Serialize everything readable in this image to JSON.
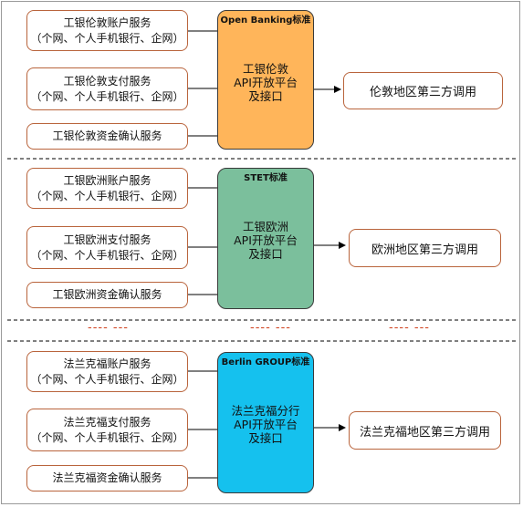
{
  "sections": [
    {
      "services": [
        {
          "title": "工银伦敦账户服务",
          "sub": "（个网、个人手机银行、企网）"
        },
        {
          "title": "工银伦敦支付服务",
          "sub": "（个网、个人手机银行、企网）"
        },
        {
          "title": "工银伦敦资金确认服务",
          "sub": ""
        }
      ],
      "platform": {
        "standard": "Open Banking标准",
        "lines": [
          "工银伦敦",
          "API开放平台",
          "及接口"
        ],
        "color": "#ffb55a"
      },
      "third_party": "伦敦地区第三方调用"
    },
    {
      "services": [
        {
          "title": "工银欧洲账户服务",
          "sub": "（个网、个人手机银行、企网）"
        },
        {
          "title": "工银欧洲支付服务",
          "sub": "（个网、个人手机银行、企网）"
        },
        {
          "title": "工银欧洲资金确认服务",
          "sub": ""
        }
      ],
      "platform": {
        "standard": "STET标准",
        "lines": [
          "工银欧洲",
          "API开放平台",
          "及接口"
        ],
        "color": "#7bbf9c"
      },
      "third_party": "欧洲地区第三方调用"
    },
    {
      "services": [
        {
          "title": "法兰克福账户服务",
          "sub": "（个网、个人手机银行、企网）"
        },
        {
          "title": "法兰克福支付服务",
          "sub": "（个网、个人手机银行、企网）"
        },
        {
          "title": "法兰克福资金确认服务",
          "sub": ""
        }
      ],
      "platform": {
        "standard": "Berlin GROUP标准",
        "lines": [
          "法兰克福分行",
          "API开放平台",
          "及接口"
        ],
        "color": "#15c1ee"
      },
      "third_party": "法兰克福地区第三方调用"
    }
  ],
  "ellipsis": "---- ---"
}
